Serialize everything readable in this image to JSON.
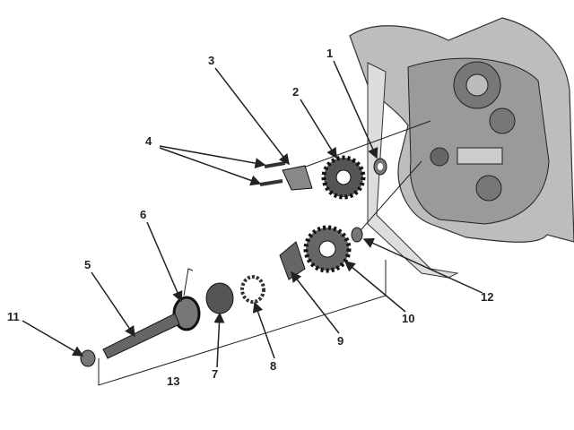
{
  "diagram": {
    "type": "exploded-parts-diagram",
    "callouts": [
      "1",
      "2",
      "3",
      "4",
      "5",
      "6",
      "7",
      "8",
      "9",
      "10",
      "11",
      "12",
      "13"
    ]
  },
  "colors": {
    "ink": "#222222",
    "shade": "#8a8a8a",
    "paper": "#ffffff"
  }
}
